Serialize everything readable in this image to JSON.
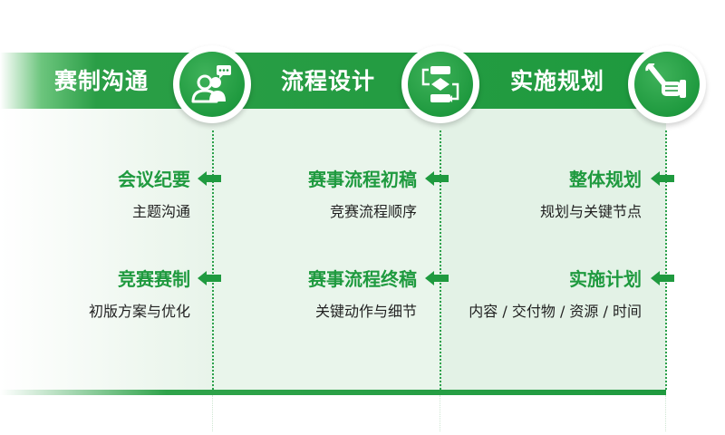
{
  "colors": {
    "accent": "#1f9a3f",
    "panel_bg": "#e9f5eb",
    "text": "#222222"
  },
  "sections": [
    {
      "title": "赛制沟通",
      "icon": "users-chat-icon",
      "items": [
        {
          "title": "会议纪要",
          "sub": "主题沟通"
        },
        {
          "title": "竞赛赛制",
          "sub": "初版方案与优化"
        }
      ]
    },
    {
      "title": "流程设计",
      "icon": "flowchart-icon",
      "items": [
        {
          "title": "赛事流程初稿",
          "sub": "竞赛流程顺序"
        },
        {
          "title": "赛事流程终稿",
          "sub": "关键动作与细节"
        }
      ]
    },
    {
      "title": "实施规划",
      "icon": "wrench-hand-icon",
      "items": [
        {
          "title": "整体规划",
          "sub": "规划与关键节点"
        },
        {
          "title": "实施计划",
          "sub": "内容 / 交付物 / 资源 / 时间"
        }
      ]
    }
  ]
}
